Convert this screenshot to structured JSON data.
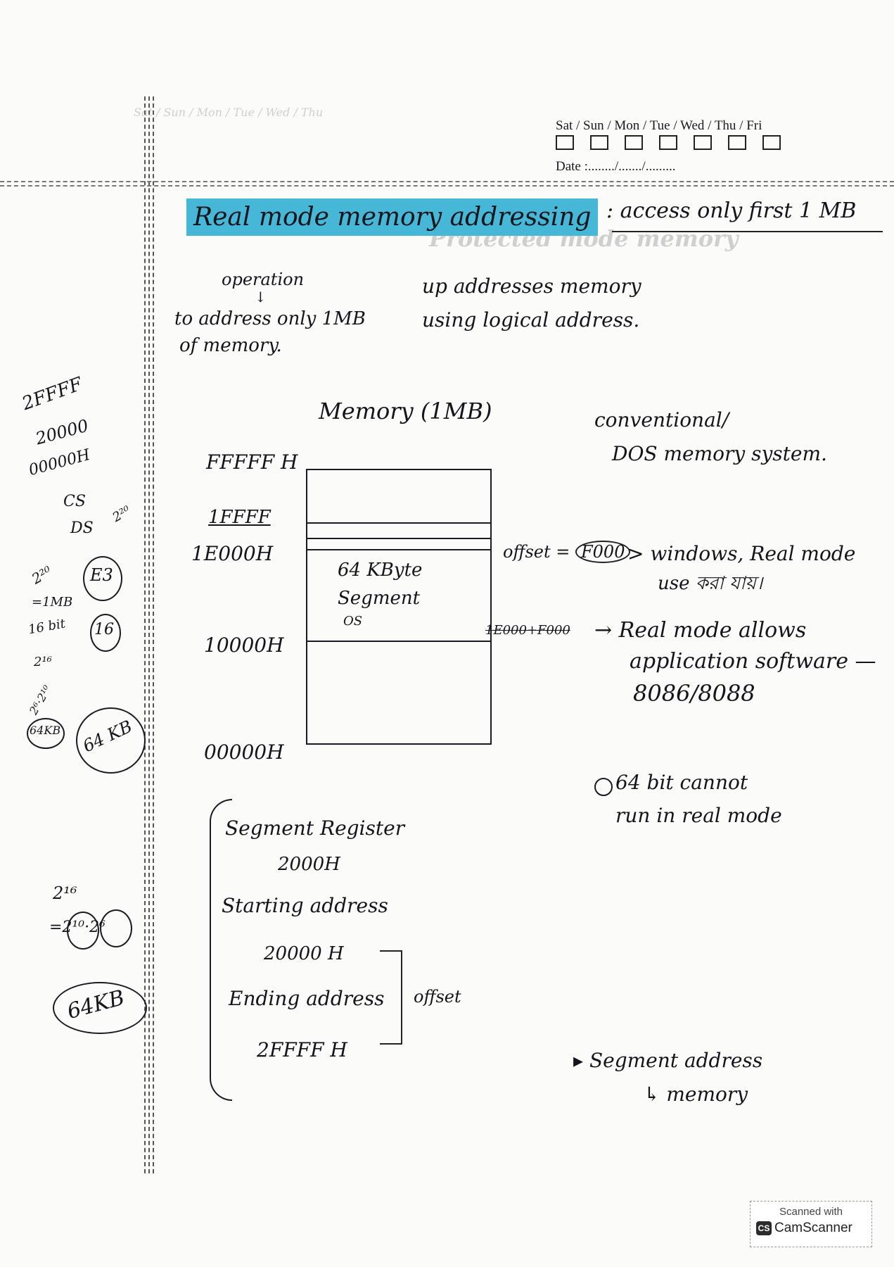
{
  "header": {
    "days": "Sat / Sun / Mon / Tue / Wed / Thu / Fri",
    "date": "Date :......../......./........."
  },
  "title": {
    "main": "Real mode memory addressing",
    "sub": ": access only first 1 MB"
  },
  "notes": {
    "operation": "operation",
    "arrow_down": "↓",
    "to_address": "to address only 1MB",
    "of_memory": "of memory.",
    "up_addresses": "up addresses  memory",
    "using_logical": "using logical address.",
    "memory_1mb": "Memory (1MB)",
    "conventional": "conventional/",
    "dos_memory": "DOS memory system.",
    "offset": "offset =",
    "offset_val": "F000",
    "windows_real_mode": "> windows, Real mode",
    "use_line": "use করা যায়।",
    "real_mode_allows": "→ Real mode allows",
    "application_software": "application software —",
    "cpu": "8086/8088",
    "bit64_a": "64 bit cannot",
    "bit64_b": "run in real mode",
    "segment_register": "Segment Register",
    "seg_val": "2000H",
    "starting_address": "Starting  address",
    "start_val": "20000 H",
    "ending_address": "Ending address",
    "offset_label": "offset",
    "end_val": "2FFFF H",
    "segment_address": "▸ Segment address",
    "seg_memory": "↳ memory"
  },
  "memory_map": {
    "top": "FFFFF H",
    "l1": "1FFFF",
    "l2": "1E000H",
    "l3": "10000H",
    "l4": "00000H",
    "block": "64 KByte",
    "block2": "Segment",
    "block3": "OS",
    "strike": "1E000+F000"
  },
  "margin": {
    "m1": "2FFFF",
    "m2": "20000",
    "m3": "00000H",
    "m4": "CS",
    "m5": "DS",
    "m6": "2²⁰",
    "m7": "2²⁰",
    "m8": "=1MB",
    "m9": "16 bit",
    "m10": "2¹⁶",
    "m11": "2⁶·2¹⁰",
    "m12": "64KB",
    "m13": "E3",
    "m14": "16",
    "m15": "64 KB",
    "m16": "2¹⁶",
    "m17": "=2¹⁰·2⁶",
    "m18": "64KB"
  },
  "footer": {
    "scanned_with": "Scanned with",
    "brand": "CamScanner",
    "logo": "CS"
  }
}
